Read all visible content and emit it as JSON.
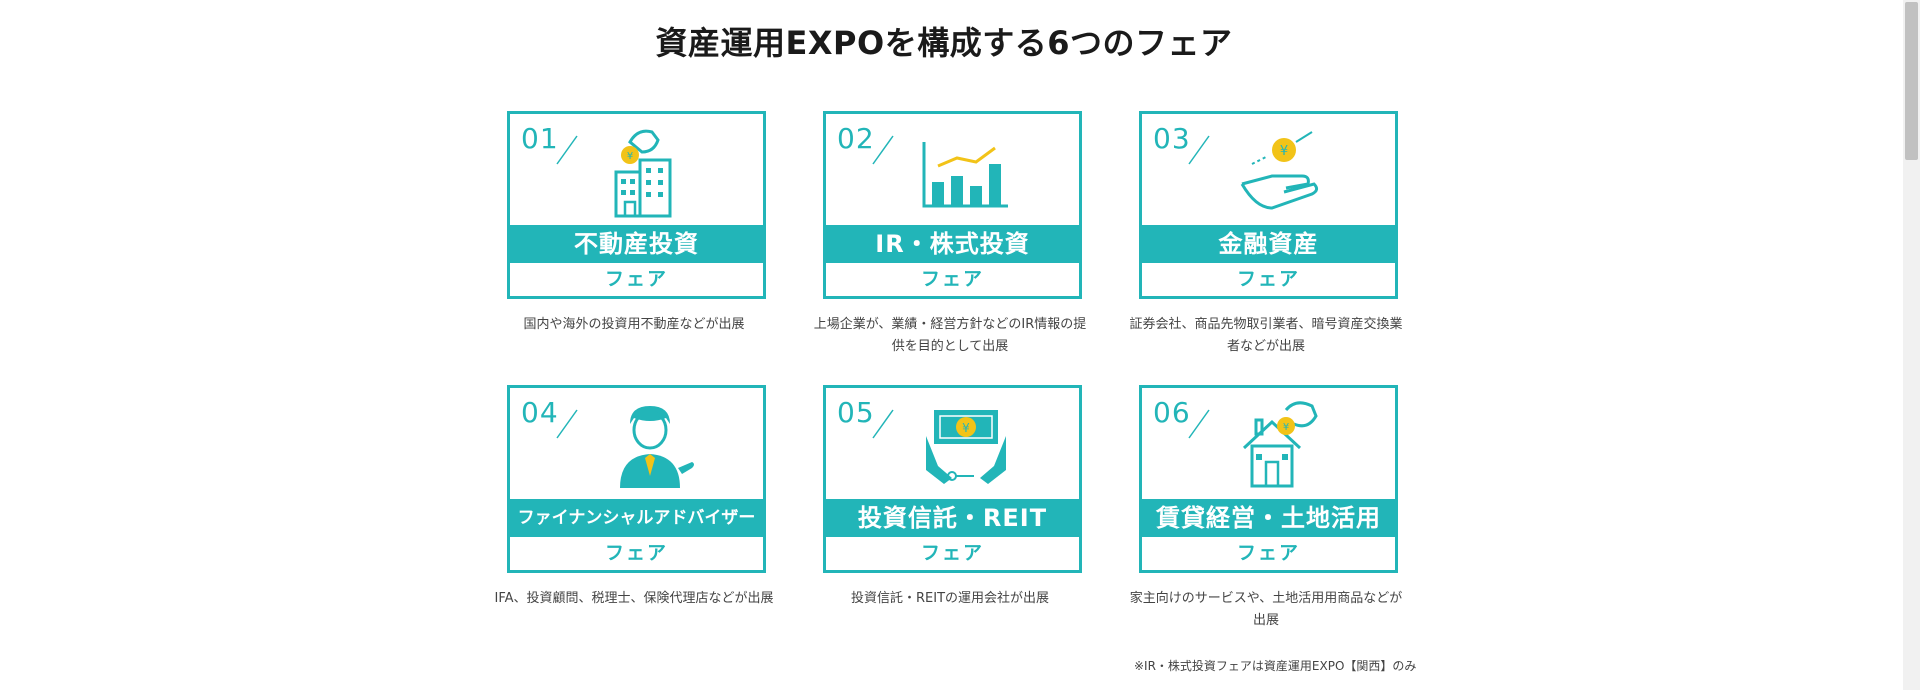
{
  "section_title": "資産運用EXPOを構成する6つのフェア",
  "fairs": [
    {
      "number": "01",
      "name": "不動産投資",
      "suffix": "フェア",
      "description": "国内や海外の投資用不動産などが出展"
    },
    {
      "number": "02",
      "name": "IR・株式投資",
      "suffix": "フェア",
      "description": "上場企業が、業績・経営方針などのIR情報の提供を目的として出展"
    },
    {
      "number": "03",
      "name": "金融資産",
      "suffix": "フェア",
      "description": "証券会社、商品先物取引業者、暗号資産交換業者などが出展"
    },
    {
      "number": "04",
      "name": "ファイナンシャルアドバイザー",
      "suffix": "フェア",
      "description": "IFA、投資顧問、税理士、保険代理店などが出展"
    },
    {
      "number": "05",
      "name": "投資信託・REIT",
      "suffix": "フェア",
      "description": "投資信託・REITの運用会社が出展"
    },
    {
      "number": "06",
      "name": "賃貸経営・土地活用",
      "suffix": "フェア",
      "description": "家主向けのサービスや、土地活用用商品などが出展"
    }
  ],
  "footnote": "※IR・株式投資フェアは資産運用EXPO【関西】のみ",
  "colors": {
    "accent": "#22b5b8",
    "gold": "#f2c318"
  },
  "icons": [
    "building-coin-icon",
    "bar-chart-icon",
    "hand-coin-icon",
    "advisor-icon",
    "banknote-hands-icon",
    "house-coin-icon"
  ]
}
